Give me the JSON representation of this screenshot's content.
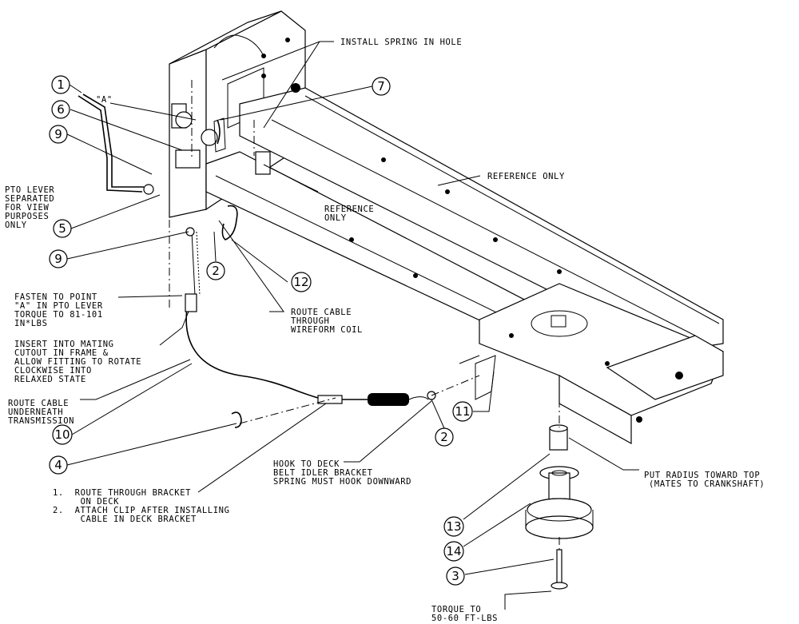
{
  "labels": {
    "install_spring": "INSTALL SPRING IN HOLE",
    "point_a": "\"A\"",
    "reference_only_1": "REFERENCE ONLY",
    "reference_only_2_l1": "REFERENCE",
    "reference_only_2_l2": "ONLY",
    "pto_lever": [
      "PTO LEVER",
      "SEPARATED",
      "FOR VIEW",
      "PURPOSES",
      "ONLY"
    ],
    "fasten": [
      "FASTEN TO POINT",
      "\"A\" IN PTO LEVER",
      "TORQUE TO 81-101",
      "IN*LBS"
    ],
    "insert": [
      "INSERT INTO MATING",
      "CUTOUT IN FRAME &",
      "ALLOW FITTING TO ROTATE",
      "CLOCKWISE INTO",
      "RELAXED STATE"
    ],
    "route_coil": [
      "ROUTE CABLE",
      "THROUGH",
      "WIREFORM COIL"
    ],
    "route_under": [
      "ROUTE CABLE",
      "UNDERNEATH",
      "TRANSMISSION"
    ],
    "hook": [
      "HOOK TO DECK",
      "BELT IDLER BRACKET",
      "SPRING MUST HOOK DOWNWARD"
    ],
    "route_bracket": [
      "1.  ROUTE THROUGH BRACKET",
      "     ON DECK",
      "2.  ATTACH CLIP AFTER INSTALLING",
      "     CABLE IN DECK BRACKET"
    ],
    "radius": [
      "PUT RADIUS TOWARD TOP",
      "(MATES TO CRANKSHAFT)"
    ],
    "torque_bottom": [
      "TORQUE TO",
      "50-60 FT-LBS"
    ]
  },
  "callouts": {
    "c1": "1",
    "c2a": "2",
    "c2b": "2",
    "c3": "3",
    "c4": "4",
    "c5": "5",
    "c6": "6",
    "c7": "7",
    "c9a": "9",
    "c9b": "9",
    "c10": "10",
    "c11": "11",
    "c12": "12",
    "c13": "13",
    "c14": "14"
  }
}
